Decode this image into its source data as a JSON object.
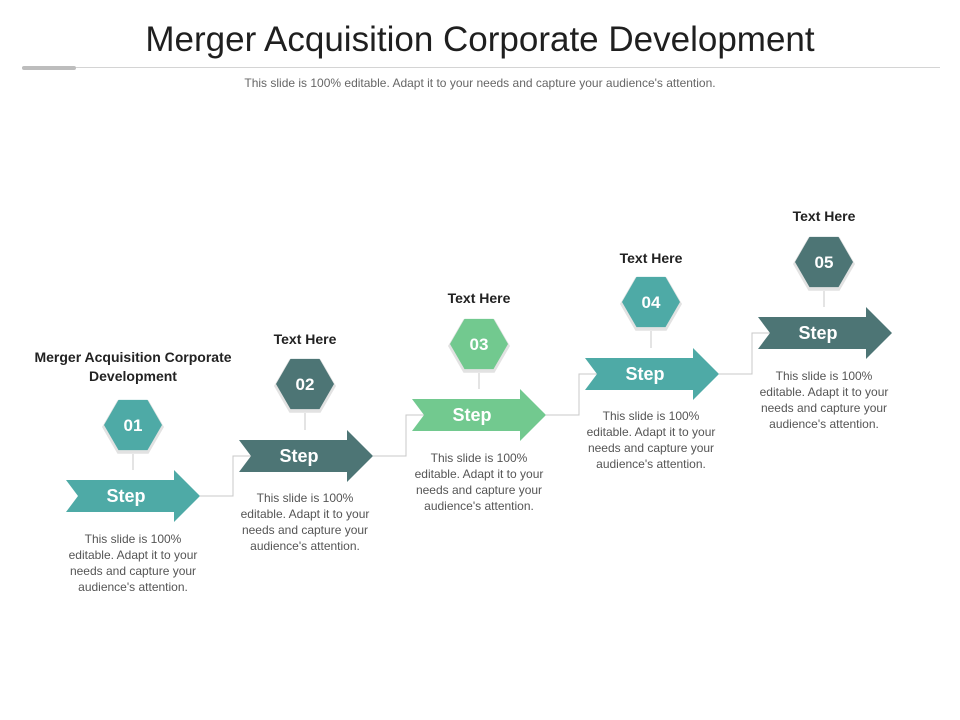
{
  "title": "Merger Acquisition Corporate Development",
  "subtitle": "This slide is 100% editable. Adapt it to your needs and capture your audience's attention.",
  "steps": [
    {
      "num": "01",
      "label": "Step",
      "heading": "Merger Acquisition Corporate Development",
      "desc": "This slide is 100% editable. Adapt it to your needs and capture your audience's attention.",
      "arrow_color": "#4eaaa6",
      "hex_color": "#4eaaa6"
    },
    {
      "num": "02",
      "label": "Step",
      "heading": "Text Here",
      "desc": "This slide is 100% editable. Adapt it to your needs and capture your audience's attention.",
      "arrow_color": "#4d7575",
      "hex_color": "#4d7575"
    },
    {
      "num": "03",
      "label": "Step",
      "heading": "Text Here",
      "desc": "This slide is 100% editable. Adapt it to your needs and capture your audience's attention.",
      "arrow_color": "#72c98f",
      "hex_color": "#72c98f"
    },
    {
      "num": "04",
      "label": "Step",
      "heading": "Text Here",
      "desc": "This slide is 100% editable. Adapt it to your needs and capture your audience's attention.",
      "arrow_color": "#4eaaa6",
      "hex_color": "#4eaaa6"
    },
    {
      "num": "05",
      "label": "Step",
      "heading": "Text Here",
      "desc": "This slide is 100% editable. Adapt it to your needs and capture your audience's attention.",
      "arrow_color": "#4d7575",
      "hex_color": "#4d7575"
    }
  ]
}
